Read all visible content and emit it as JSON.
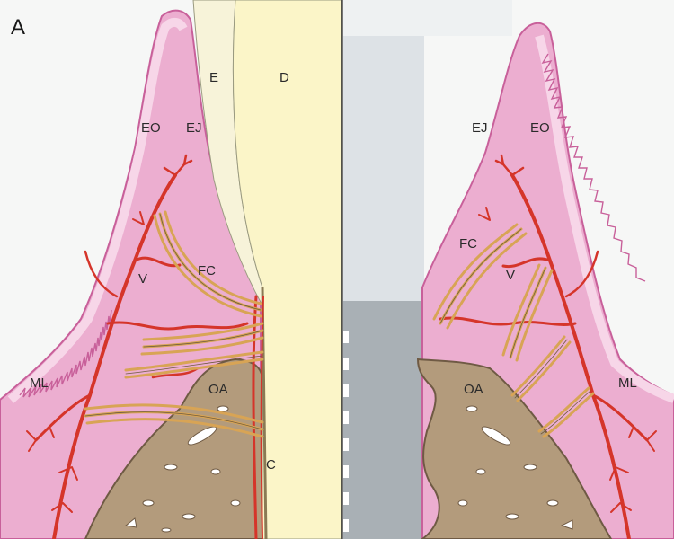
{
  "figure": {
    "panel_letter": "A",
    "labels": {
      "enamel": "E",
      "dentin": "D",
      "oral_epithelium_left": "EO",
      "junctional_epithelium_left": "EJ",
      "oral_epithelium_right": "EO",
      "junctional_epithelium_right": "EJ",
      "vessels_left": "V",
      "vessels_right": "V",
      "fibers_left": "FC",
      "fibers_right": "FC",
      "mucogingival_line_left": "ML",
      "mucogingival_line_right": "ML",
      "alveolar_bone_left": "OA",
      "alveolar_bone_right": "OA",
      "cementum": "C"
    },
    "colors": {
      "gingiva": "#ecaed0",
      "gingiva_edge": "#c8609a",
      "epithelium_band": "#f7d6e8",
      "bone": "#b39b7c",
      "bone_edge": "#6f5a44",
      "tooth": "#fbf5c8",
      "enamel": "#f7f3d9",
      "vessel": "#d5352a",
      "fiber": "#d8a455",
      "implant_light": "#dde2e6",
      "implant_dark": "#a9b0b5"
    }
  }
}
